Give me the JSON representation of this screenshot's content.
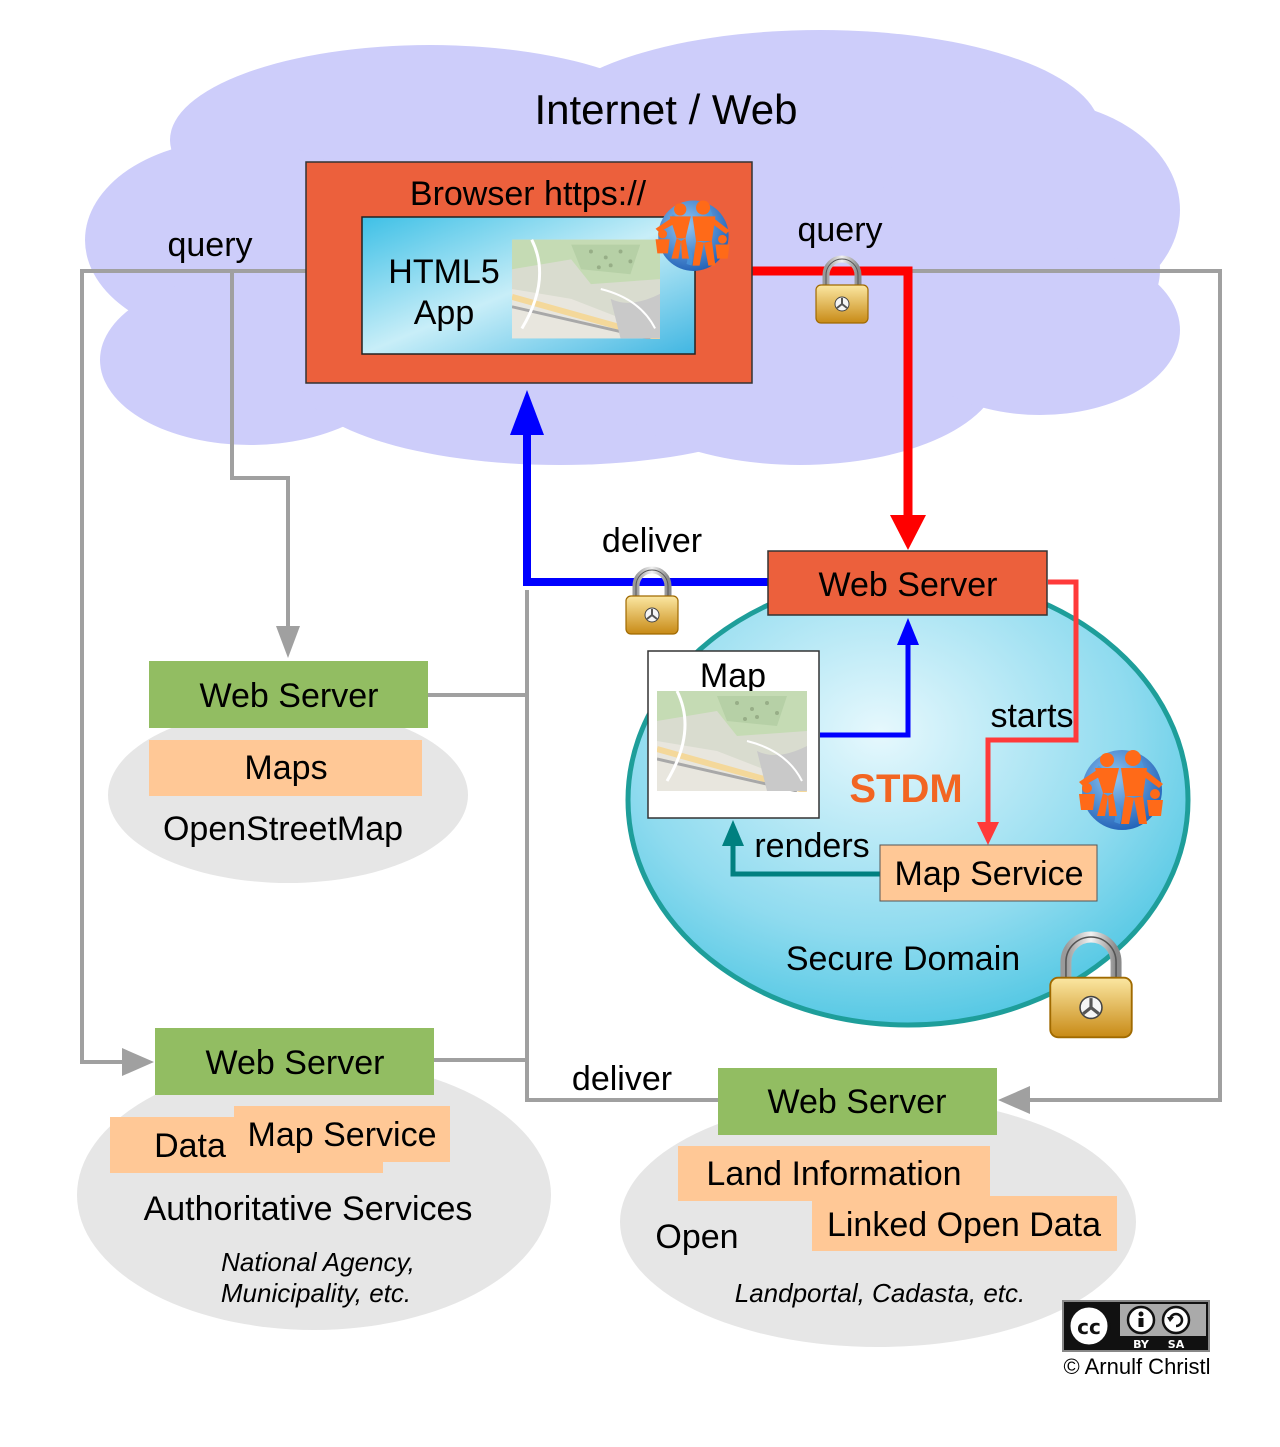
{
  "cloud": {
    "title": "Internet / Web"
  },
  "browser": {
    "title": "Browser https://",
    "app_line1": "HTML5",
    "app_line2": "App"
  },
  "labels": {
    "query_left": "query",
    "query_right": "query",
    "deliver_top": "deliver",
    "deliver_bottom": "deliver",
    "starts": "starts",
    "renders": "renders"
  },
  "secure": {
    "web_server": "Web Server",
    "map_label": "Map",
    "brand": "STDM",
    "map_service": "Map Service",
    "domain_label": "Secure Domain"
  },
  "osm": {
    "web_server": "Web Server",
    "maps": "Maps",
    "label": "OpenStreetMap"
  },
  "authoritative": {
    "web_server": "Web Server",
    "data": "Data",
    "map_service": "Map Service",
    "label": "Authoritative Services",
    "note_line1": "National Agency,",
    "note_line2": "Municipality, etc."
  },
  "open": {
    "web_server": "Web Server",
    "land_info": "Land Information",
    "linked_open_data": "Linked Open Data",
    "label": "Open",
    "note": "Landportal, Cadasta, etc."
  },
  "license": {
    "cc": "cc",
    "by": "BY",
    "sa": "SA",
    "copyright": "© Arnulf Christl"
  },
  "colors": {
    "cloud": "#cdcdfa",
    "browser": "#ec603c",
    "query_arrow": "#ff0000",
    "deliver_arrow": "#0000ff",
    "renders_arrow": "#008080",
    "gray_line": "#a0a0a0",
    "web_server_green": "#92bd62",
    "service_orange": "#ffc896",
    "secure_domain": "#5ccbe4"
  }
}
